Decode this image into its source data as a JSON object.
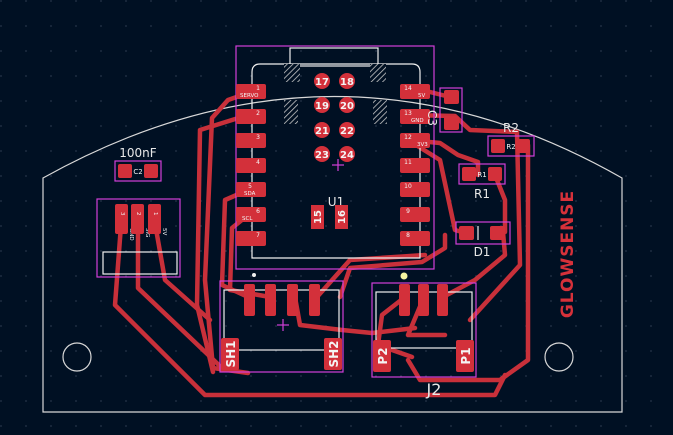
{
  "board": {
    "logo": "GLOWSENSE",
    "colors": {
      "background": "#001023",
      "copper": "#c8303a",
      "courtyard": "#d23fd8",
      "silkscreen": "#f0f0f0",
      "edge_cuts": "#d8d8d8"
    }
  },
  "components": {
    "u1": {
      "ref": "U1",
      "center_pads": [
        "17",
        "18",
        "19",
        "20",
        "21",
        "22",
        "23",
        "24"
      ],
      "bottom_pads": [
        "15",
        "16"
      ],
      "left_pins": [
        {
          "num": "1",
          "net": "SERVO"
        },
        {
          "num": "2",
          "net": ""
        },
        {
          "num": "3",
          "net": ""
        },
        {
          "num": "4",
          "net": ""
        },
        {
          "num": "5",
          "net": "SDA"
        },
        {
          "num": "6",
          "net": "SCL"
        },
        {
          "num": "7",
          "net": ""
        }
      ],
      "right_pins": [
        {
          "num": "14",
          "net": "5V"
        },
        {
          "num": "13",
          "net": "GND"
        },
        {
          "num": "12",
          "net": "3V3"
        },
        {
          "num": "11",
          "net": ""
        },
        {
          "num": "10",
          "net": ""
        },
        {
          "num": "9",
          "net": ""
        },
        {
          "num": "8",
          "net": ""
        }
      ]
    },
    "c2": {
      "ref": "C2",
      "value": "100nF"
    },
    "c3": {
      "ref": "C3"
    },
    "r1": {
      "ref": "R1"
    },
    "r2": {
      "ref": "R2"
    },
    "d1": {
      "ref": "D1"
    },
    "j1": {
      "pins": [
        {
          "num": "3",
          "net": "GND"
        },
        {
          "num": "2",
          "net": "SIG"
        },
        {
          "num": "1",
          "net": "5V"
        }
      ]
    },
    "j_left": {
      "shield_labels": [
        "SH1",
        "SH2"
      ]
    },
    "j2": {
      "ref": "J2",
      "pad_labels": [
        "P2",
        "P1"
      ]
    }
  }
}
